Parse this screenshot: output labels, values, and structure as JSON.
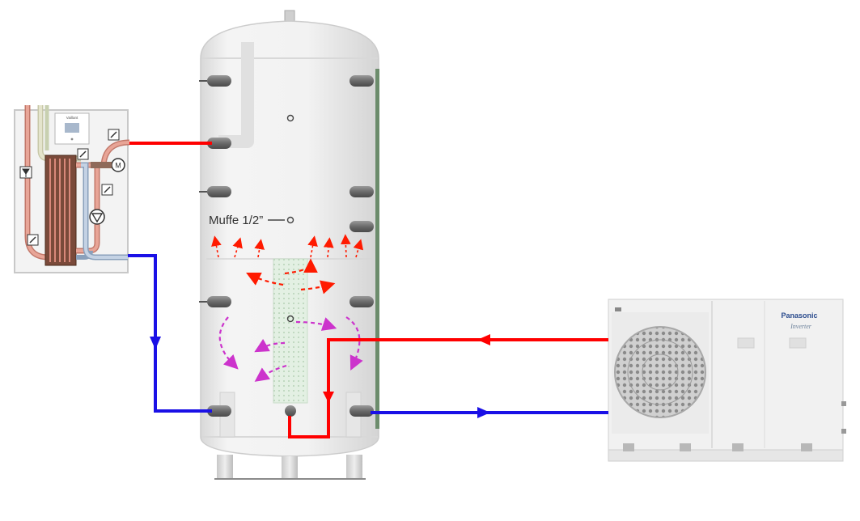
{
  "buffer_tank": {
    "socket_label": "Muffe 1/2”"
  },
  "fresh_water_station": {
    "brand": "Vaillant"
  },
  "heat_pump": {
    "brand": "Panasonic",
    "series": "Inverter"
  },
  "colors": {
    "hot_pipe": "#ff0000",
    "cold_pipe": "#1a10e6",
    "upper_flow_arrows": "#ff1a00",
    "lower_flow_arrows": "#cc33cc",
    "tank_body": "#efefef",
    "tank_outline": "#d6d6d6"
  },
  "icons": [
    "valve-icon",
    "thermometer-icon",
    "motor-icon",
    "pump-icon",
    "fan-grille-icon"
  ]
}
